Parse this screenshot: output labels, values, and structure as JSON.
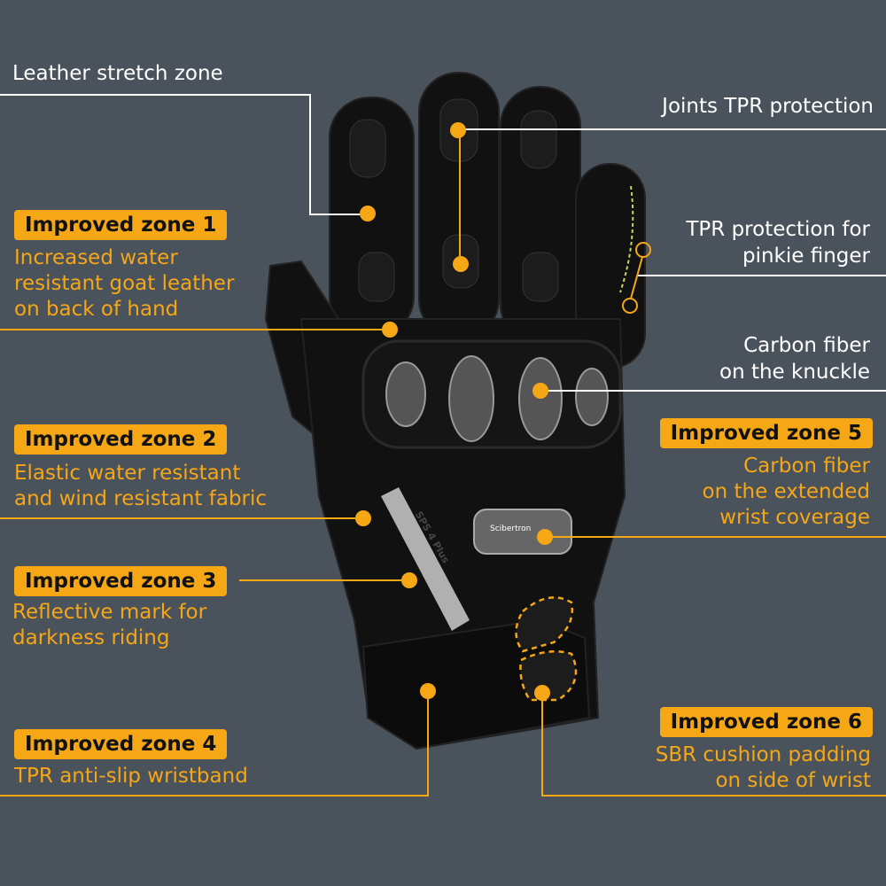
{
  "colors": {
    "background": "#4a525c",
    "accent": "#f5a716",
    "callout_white": "#ffffff"
  },
  "callouts": {
    "leather_stretch": {
      "text": "Leather stretch zone"
    },
    "joints_tpr": {
      "text": "Joints TPR protection"
    },
    "pinkie": {
      "line1": "TPR protection for",
      "line2": "pinkie finger"
    },
    "carbon_knuckle": {
      "line1": "Carbon fiber",
      "line2": "on the knuckle"
    },
    "zone1": {
      "badge": "Improved zone 1",
      "line1": "Increased water",
      "line2": "resistant goat leather",
      "line3": "on back of hand"
    },
    "zone2": {
      "badge": "Improved zone 2",
      "line1": "Elastic water resistant",
      "line2": "and wind resistant fabric"
    },
    "zone3": {
      "badge": "Improved zone 3",
      "line1": "Reflective mark for",
      "line2": "darkness riding"
    },
    "zone4": {
      "badge": "Improved zone 4",
      "line1": "TPR anti-slip wristband"
    },
    "zone5": {
      "badge": "Improved zone 5",
      "line1": "Carbon fiber",
      "line2": "on the extended",
      "line3": "wrist coverage"
    },
    "zone6": {
      "badge": "Improved zone 6",
      "line1": "SBR cushion padding",
      "line2": "on side of wrist"
    }
  },
  "product": {
    "brand_mark": "Scibertron",
    "reflective_logo": "SPS 4 Plus"
  }
}
